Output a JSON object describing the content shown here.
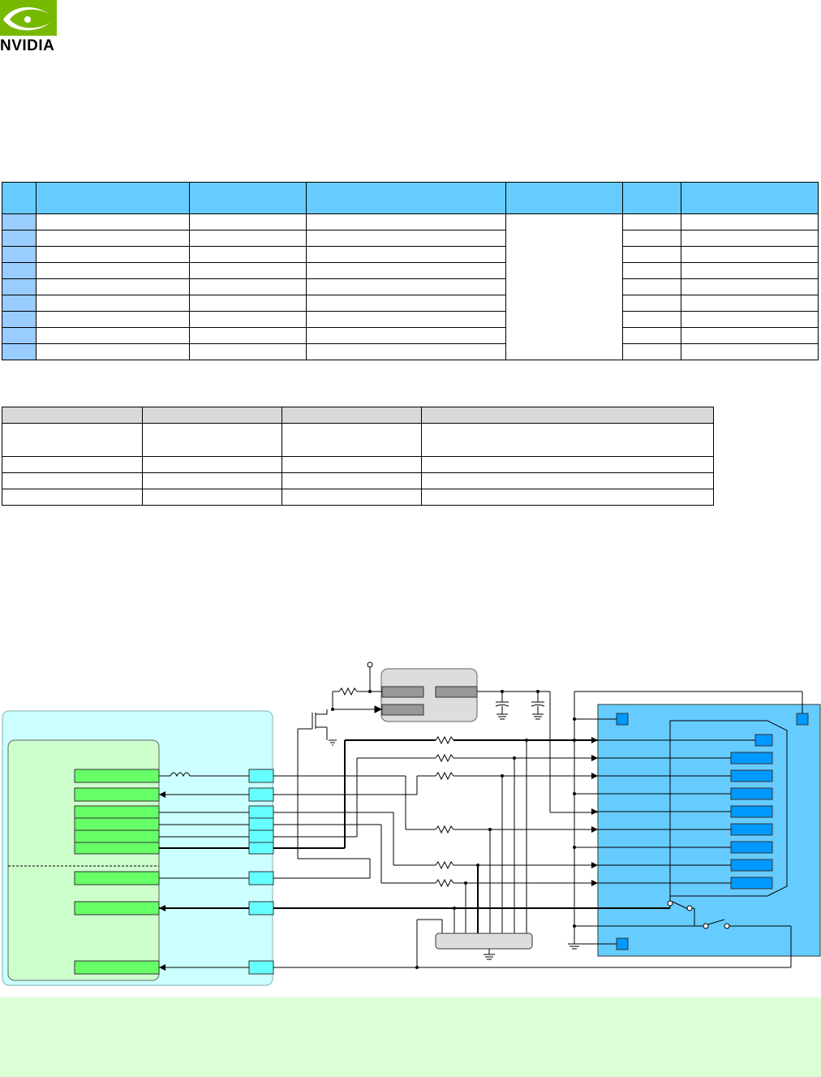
{
  "header": {
    "brand_text": "NVIDIA",
    "brand_color": "#76b900"
  },
  "table_pins": {
    "columns": 7,
    "rows": 9
  },
  "table_components": {
    "columns": 4,
    "rows": 4
  },
  "diagram": {
    "colors": {
      "module_bg": "#ccffff",
      "soc_bg": "#ccffcc",
      "soc_pin": "#66ff66",
      "connector_pin": "#66ffff",
      "card_bg": "#66ccff",
      "card_pin": "#0099ff",
      "ic_box": "#dddddd"
    }
  },
  "footer_note": {
    "bg_color": "#dcffd6"
  }
}
